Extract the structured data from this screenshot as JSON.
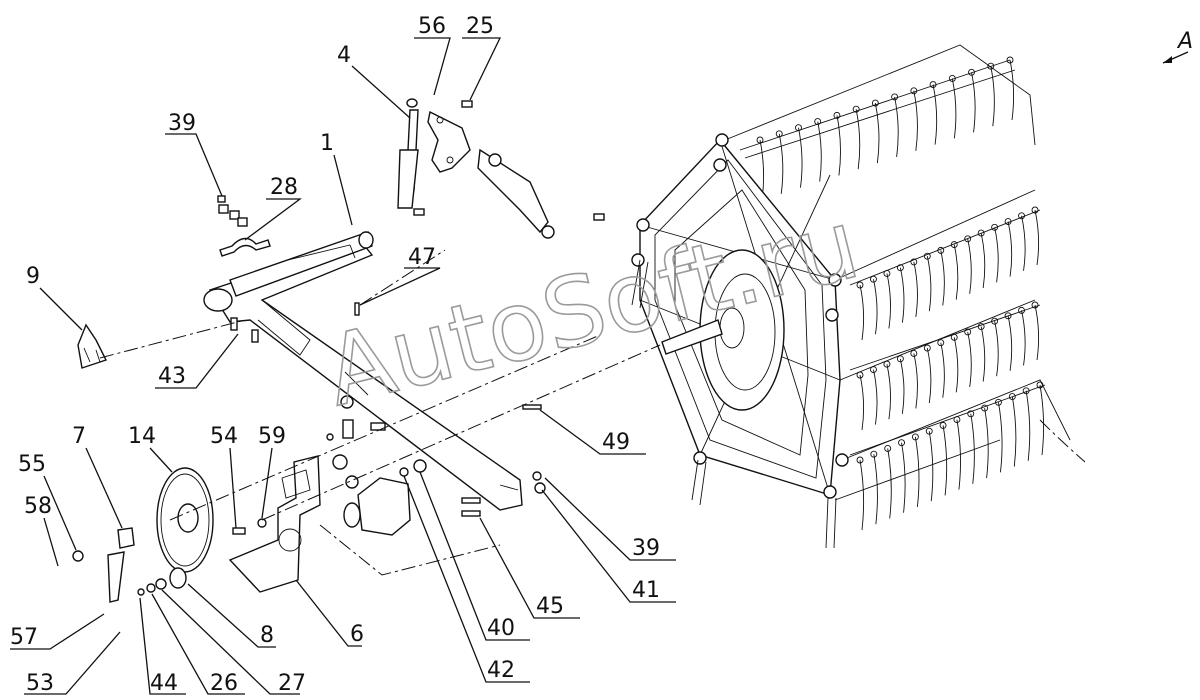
{
  "watermark": "AutoSoft.ru",
  "view_label": "A",
  "callouts": [
    {
      "id": "c56",
      "text": "56"
    },
    {
      "id": "c25",
      "text": "25"
    },
    {
      "id": "c4",
      "text": "4"
    },
    {
      "id": "c39a",
      "text": "39"
    },
    {
      "id": "c28",
      "text": "28"
    },
    {
      "id": "c1",
      "text": "1"
    },
    {
      "id": "c47",
      "text": "47"
    },
    {
      "id": "c9",
      "text": "9"
    },
    {
      "id": "c43",
      "text": "43"
    },
    {
      "id": "c49",
      "text": "49"
    },
    {
      "id": "c7",
      "text": "7"
    },
    {
      "id": "c14",
      "text": "14"
    },
    {
      "id": "c54",
      "text": "54"
    },
    {
      "id": "c59",
      "text": "59"
    },
    {
      "id": "c55",
      "text": "55"
    },
    {
      "id": "c58",
      "text": "58"
    },
    {
      "id": "c39b",
      "text": "39"
    },
    {
      "id": "c41",
      "text": "41"
    },
    {
      "id": "c45",
      "text": "45"
    },
    {
      "id": "c40",
      "text": "40"
    },
    {
      "id": "c42",
      "text": "42"
    },
    {
      "id": "c6",
      "text": "6"
    },
    {
      "id": "c8",
      "text": "8"
    },
    {
      "id": "c27",
      "text": "27"
    },
    {
      "id": "c26",
      "text": "26"
    },
    {
      "id": "c44",
      "text": "44"
    },
    {
      "id": "c53",
      "text": "53"
    },
    {
      "id": "c57",
      "text": "57"
    }
  ]
}
